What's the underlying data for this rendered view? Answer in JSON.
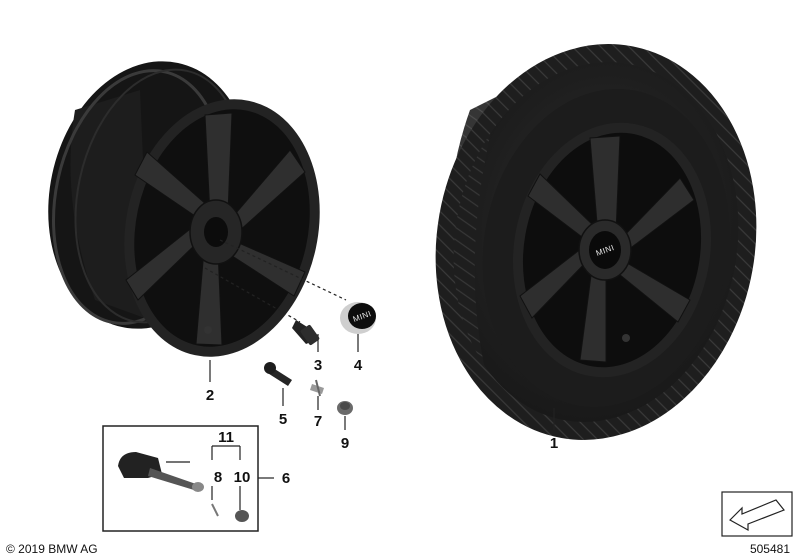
{
  "callouts": {
    "c1": "1",
    "c2": "2",
    "c3": "3",
    "c4": "4",
    "c5": "5",
    "c6": "6",
    "c7": "7",
    "c8": "8",
    "c9": "9",
    "c10": "10",
    "c11": "11"
  },
  "badges": {
    "wheel_cap": "MINI",
    "hub_cap": "MINI"
  },
  "footer": {
    "copyright": "© 2019 BMW AG",
    "diagram_number": "505481"
  },
  "icons": {
    "corner": "arrow-reference-icon"
  }
}
